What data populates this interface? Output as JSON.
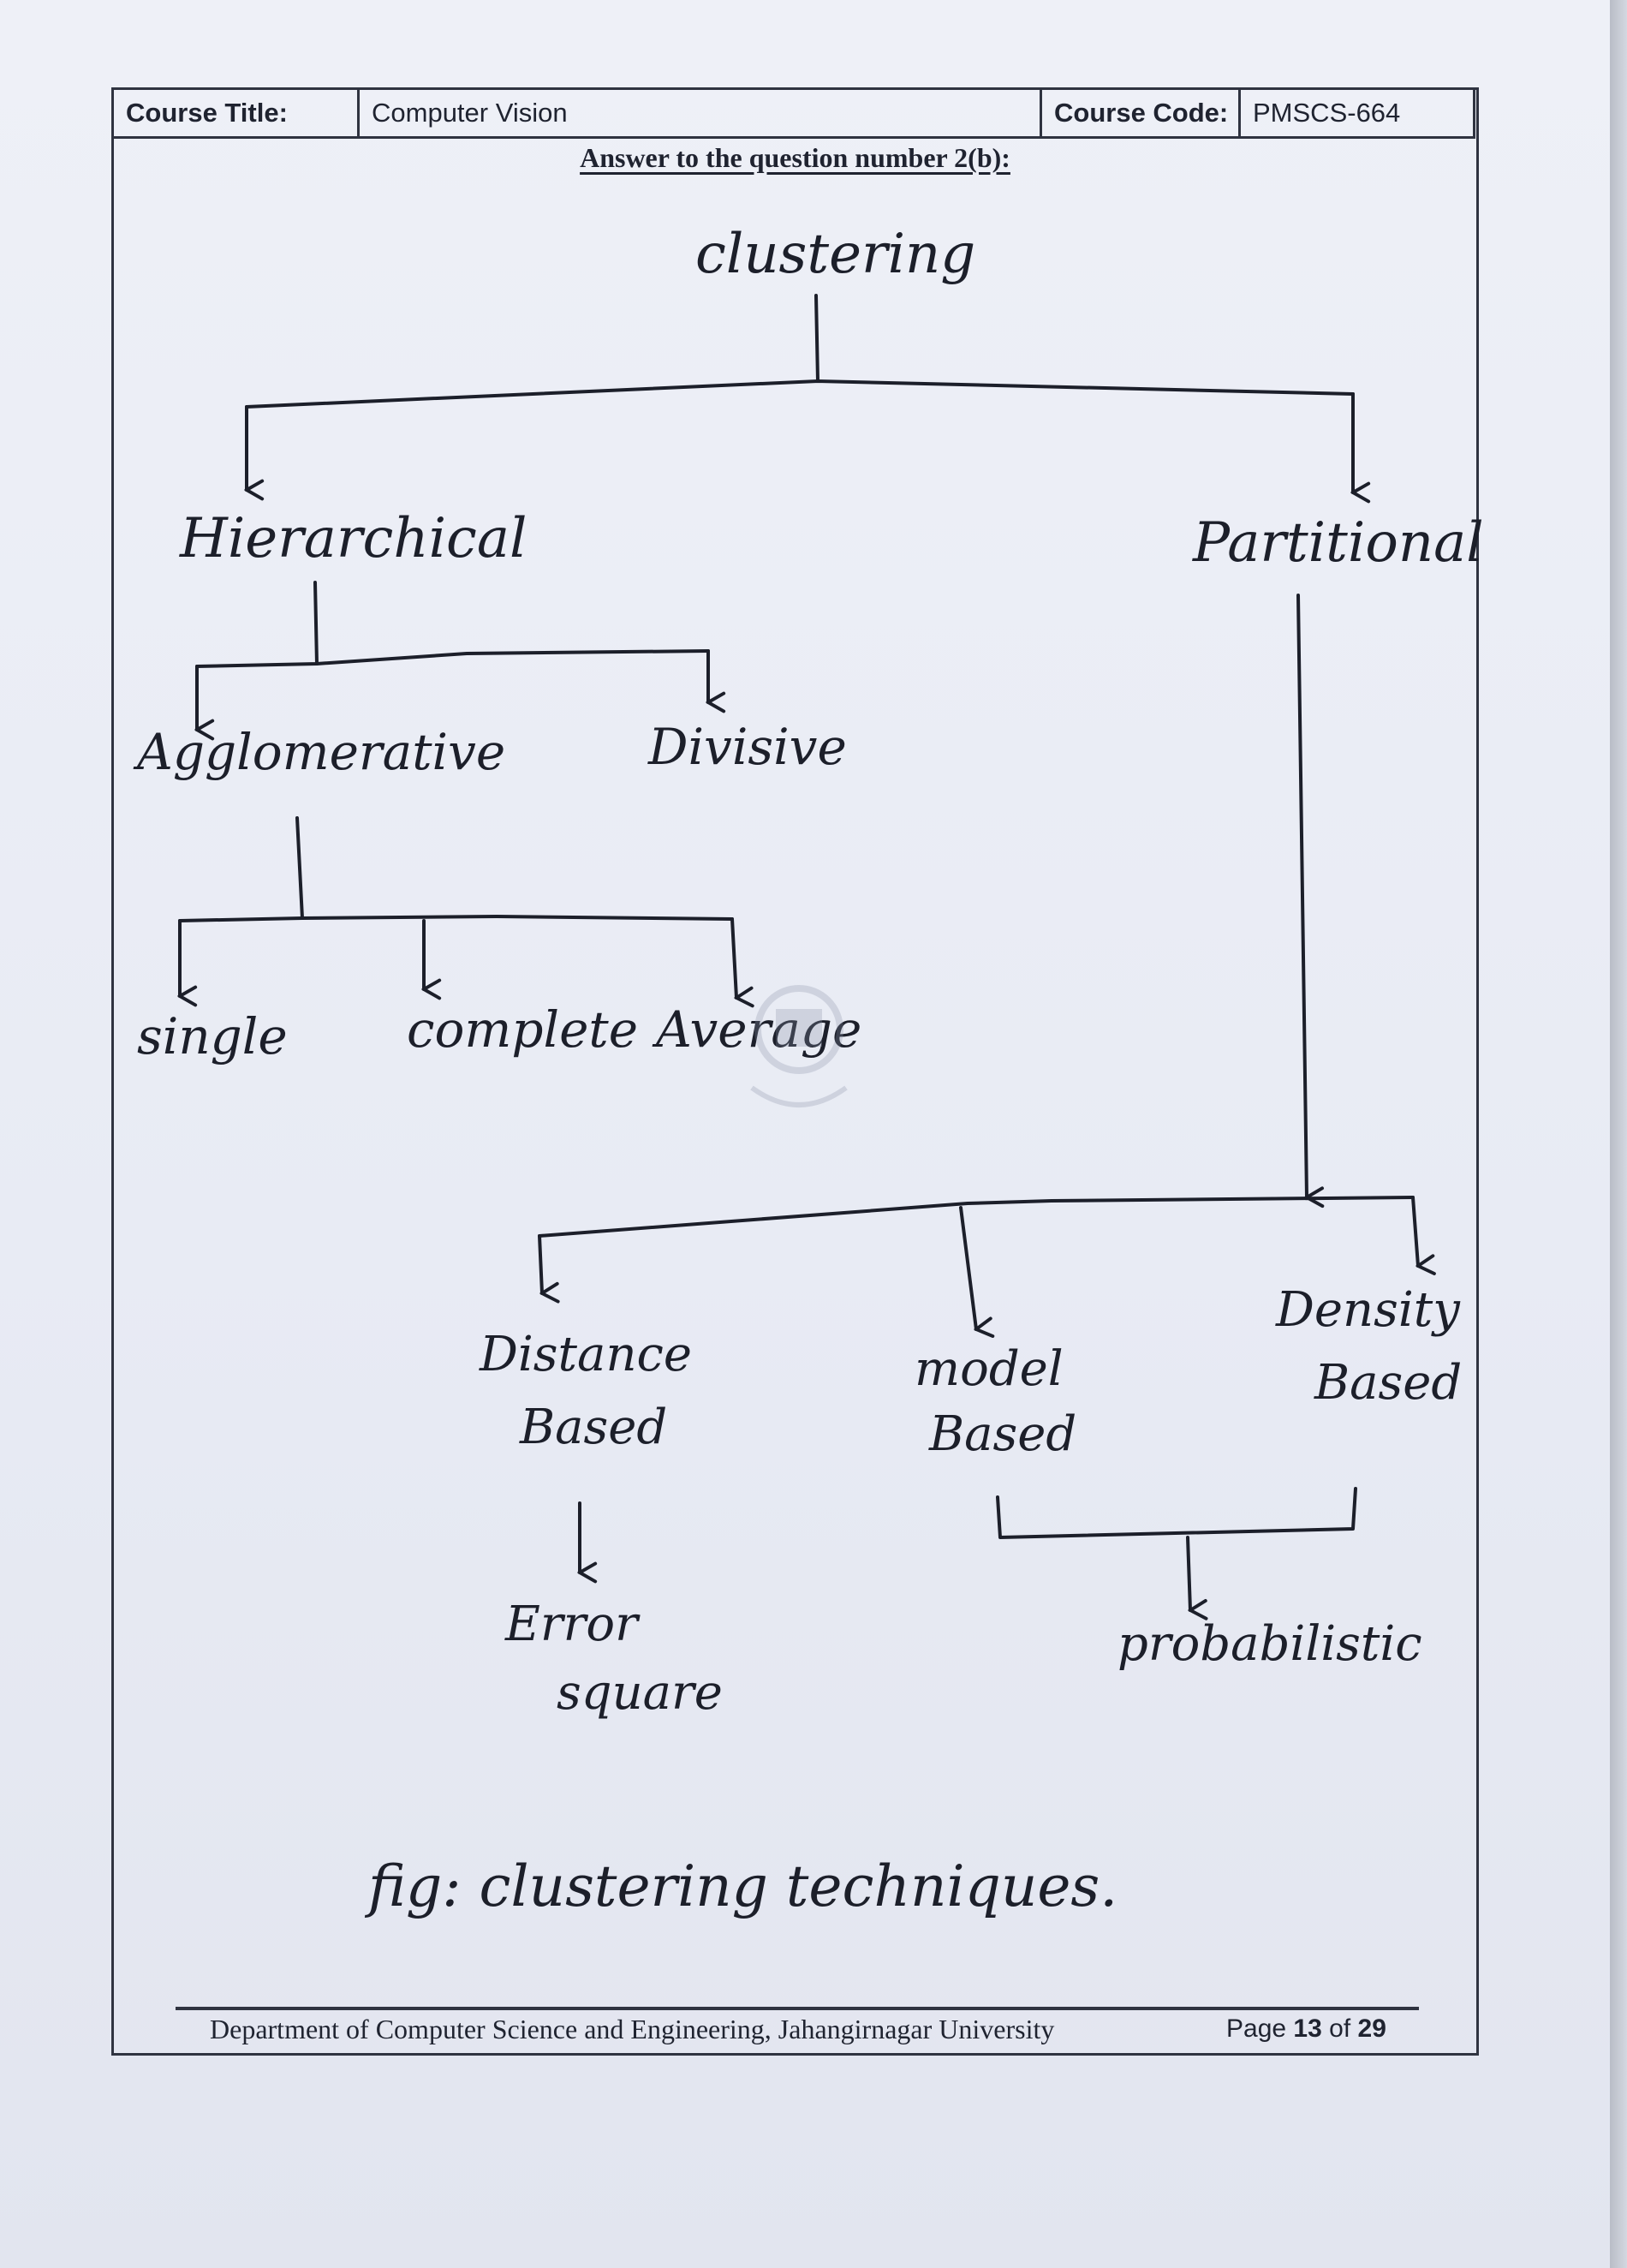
{
  "header": {
    "course_title_label": "Course Title:",
    "course_title": "Computer Vision",
    "course_code_label": "Course Code:",
    "course_code": "PMSCS-664"
  },
  "subtitle": "Answer to the question number 2(b):",
  "diagram": {
    "nodes": {
      "root": "clustering",
      "hierarchical": "Hierarchical",
      "partitional": "Partitional",
      "agglomerative": "Agglomerative",
      "divisive": "Divisive",
      "single": "single",
      "complete": "complete",
      "average": "Average",
      "distance_based_1": "Distance",
      "distance_based_2": "Based",
      "model_based_1": "model",
      "model_based_2": "Based",
      "density_based_1": "Density",
      "density_based_2": "Based",
      "error_square_1": "Error",
      "error_square_2": "square",
      "probabilistic": "probabilistic"
    },
    "caption": "fig: clustering techniques."
  },
  "footer": {
    "department": "Department of Computer Science and Engineering, Jahangirnagar University",
    "page_prefix": "Page",
    "page_current": "13",
    "page_of": "of",
    "page_total": "29"
  },
  "colors": {
    "ink": "#1c1f2a",
    "paper": "#eef0f7"
  }
}
